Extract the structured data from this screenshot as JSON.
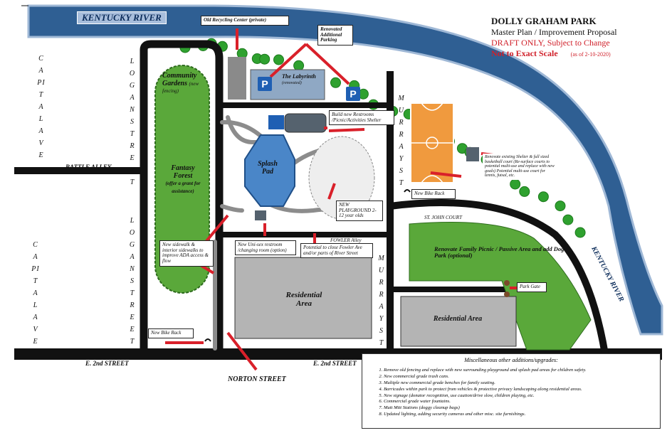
{
  "header": {
    "park_name": "DOLLY GRAHAM PARK",
    "subtitle": "Master Plan / Improvement Proposal",
    "draft": "DRAFT ONLY, Subject to Change",
    "scale_note": "Not to Exact Scale",
    "date": "(as of 2-10-2020)"
  },
  "river": {
    "top_label": "KENTUCKY RIVER",
    "right_label": "KENTUCKY RIVER"
  },
  "streets": {
    "capital_ave_top": "CAPITAL AVE",
    "capital_ave_bottom": "CAPITAL AVE",
    "logan_st_top": "LOGAN STREET",
    "logan_st_bottom": "LOGAN STREET",
    "murray_st_top": "MURRAY ST",
    "murray_st_bottom": "MURRAY ST",
    "battle_alley": "BATTLE ALLEY",
    "e2nd_left": "E. 2nd STREET",
    "e2nd_right": "E. 2nd STREET",
    "norton": "NORTON STREET",
    "st_john": "ST. JOHN COURT",
    "fowler": "FOWLER Alley"
  },
  "areas": {
    "community_gardens": "Community Gardens",
    "community_gardens_note": "(new fencing)",
    "fantasy_forest": "Fantasy Forest",
    "fantasy_forest_note": "(offer a grant for assistance)",
    "splash_pad": "Splash Pad",
    "labyrinth": "The Labyrinth",
    "labyrinth_note": "(renovated)",
    "residential_1": "Residential Area",
    "residential_2": "Residential Area",
    "family_picnic": "Renovate Family Picnic / Passive Area and add Dog Park (optional)"
  },
  "parking_symbol": "P",
  "callouts": {
    "recycling": "Old Recycling Center (private)",
    "parking": "Renovated Additional Parking",
    "restrooms": "Build new Restrooms /Picnic/Activities Shelter",
    "shelter_court": "Renovate existing Shelter & full sized basketball court (Re-surface courts to potential multi-use and replace with new goals) Potential multi-use court for tennis, futsal, etc.",
    "bike_rack_right": "New Bike Rack",
    "playground": "NEW PLAYGROUND 2-12 year olds",
    "unisex": "New Uni-sex restroom /changing room (option)",
    "fowler_close": "Potential to close Fowler Ave and/or parts of River Street",
    "sidewalk": "New sidewalk & interior sidewalks to improve ADA access & flow",
    "bike_rack_left": "New Bike Rack",
    "park_gate": "Park Gate"
  },
  "misc": {
    "heading": "Miscellaneous other additions/upgrades:",
    "items": [
      "Remove old fencing and replace with new surrounding playground and splash pad areas for children safety.",
      "New commercial grade trash cans.",
      "Multiple new commercial grade benches for family seating.",
      "Barricades within park to protect from vehicles & protective privacy landscaping along residential areas.",
      "New signage (donator recognition, use caution/drive slow, children playing, etc.",
      "Commercial grade water fountains.",
      "Mutt Mitt Stations (doggy cleanup bags)",
      "Updated lighting, adding security cameras and other misc. site furnishings."
    ]
  },
  "colors": {
    "river": "#2f5f93",
    "river_edge": "#9fb8d6",
    "green_area": "#5aa83a",
    "court": "#f09a3e",
    "splash": "#4a86c8",
    "residential": "#b4b4b4",
    "arrow": "#d9202a"
  }
}
